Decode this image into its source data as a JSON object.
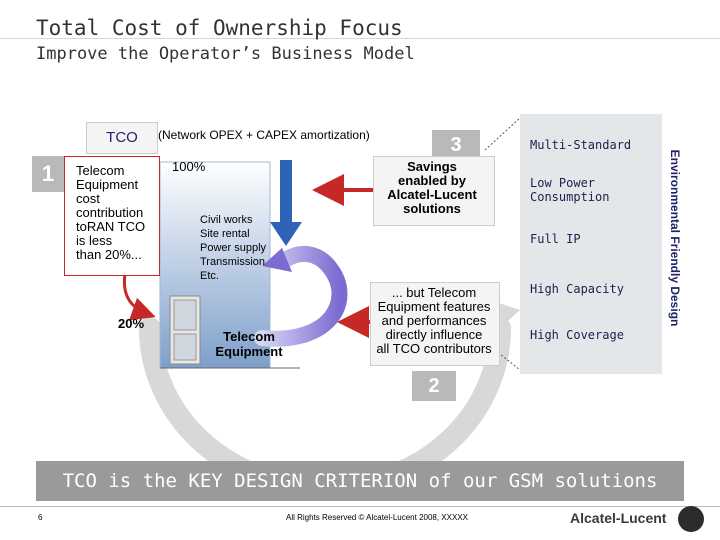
{
  "header": {
    "title": "Total Cost of Ownership Focus",
    "subtitle": "Improve the Operator’s Business Model"
  },
  "tco": {
    "tab_label": "TCO",
    "note": "(Network OPEX + CAPEX amortization)"
  },
  "step_badges": {
    "one": "1",
    "two": "2",
    "three": "3"
  },
  "left_callout": {
    "text": "Telecom\nEquipment\ncost\ncontribution\ntoRAN TCO\nis less\nthan 20%..."
  },
  "bar": {
    "top_label": "100%",
    "bottom_label": "20%",
    "other_costs": "Civil works\nSite rental\nPower supply\nTransmission\nEtc.",
    "equipment_label": "Telecom\nEquipment",
    "equipment_share_percent": 20
  },
  "savings": {
    "text": "Savings\nenabled by\nAlcatel-Lucent\nsolutions"
  },
  "telecom_influence": {
    "text": "... but Telecom\nEquipment features\nand performances\ndirectly influence\nall TCO contributors"
  },
  "features": [
    "Multi-Standard",
    "Low Power\nConsumption",
    "Full IP",
    "High Capacity",
    "High Coverage"
  ],
  "side_label": "Environmental Friendly Design",
  "banner": {
    "text": "TCO is the KEY DESIGN CRITERION of our GSM solutions"
  },
  "footer": {
    "page_number": "6",
    "copyright": "All Rights Reserved © Alcatel-Lucent 2008, XXXXX",
    "logo": "Alcatel-Lucent"
  },
  "colors": {
    "accent_red": "#c62828",
    "arrow_blue": "#2f63b8",
    "bar_blue": "#9fb8d8",
    "badge_grey": "#b9b9b9",
    "banner_grey": "#9a9a9a",
    "feature_panel": "#e4e7ea",
    "text_navy": "#1f1f6b"
  }
}
